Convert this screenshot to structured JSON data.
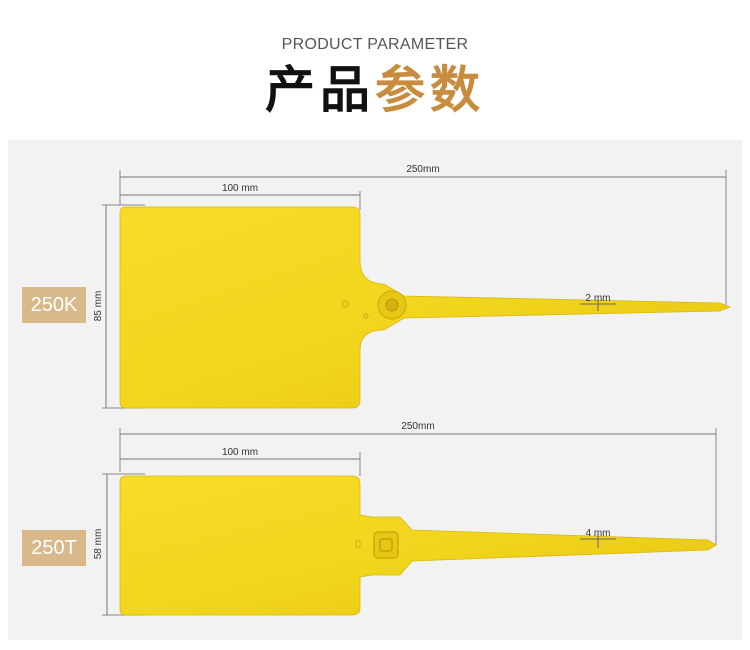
{
  "header": {
    "subtitle": "PRODUCT PARAMETER",
    "title_part1": "产品",
    "title_part2": "参数"
  },
  "colors": {
    "accent": "#c78c3e",
    "panel": "#f2f2f2",
    "label_bg": "#d9b98c",
    "tag_yellow": "#f2d61e"
  },
  "tags": [
    {
      "model": "250K",
      "length": "250mm",
      "width": "100 mm",
      "height": "85 mm",
      "strap": "2 mm"
    },
    {
      "model": "250T",
      "length": "250mm",
      "width": "100 mm",
      "height": "58 mm",
      "strap": "4 mm"
    }
  ]
}
